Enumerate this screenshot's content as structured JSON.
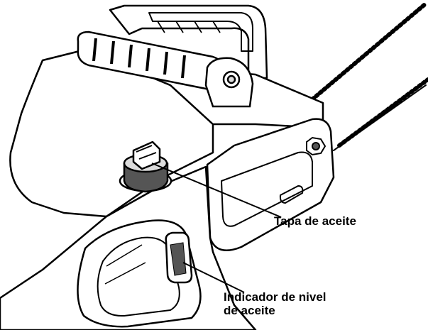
{
  "labels": {
    "oil_cap": "Tapa de aceite",
    "oil_level_line1": "Indicador de nivel",
    "oil_level_line2": "de aceite"
  },
  "colors": {
    "ink": "#000000",
    "paper": "#ffffff",
    "shade_light": "#dcdcdc",
    "shade_dark": "#555555"
  }
}
